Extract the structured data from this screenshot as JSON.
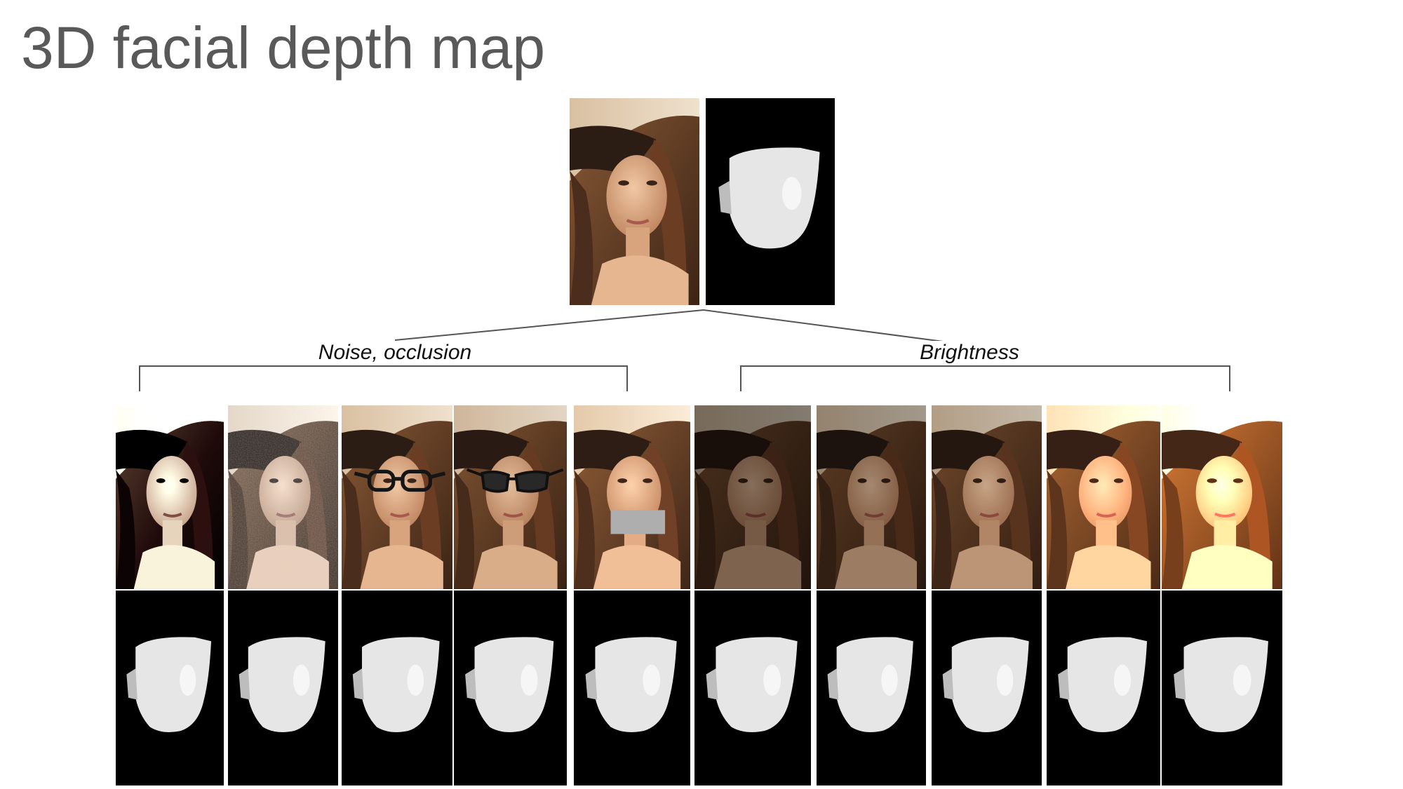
{
  "slide": {
    "title": "3D facial depth map"
  },
  "groups": [
    {
      "label": "Noise, occlusion"
    },
    {
      "label": "Brightness"
    }
  ],
  "top_pair": {
    "photo": {
      "kind": "portrait",
      "variant": "original"
    },
    "depth": {
      "kind": "depth-map"
    }
  },
  "variants": [
    {
      "group": 0,
      "variant": "high-contrast"
    },
    {
      "group": 0,
      "variant": "noise"
    },
    {
      "group": 0,
      "variant": "eyeglasses-occlusion"
    },
    {
      "group": 0,
      "variant": "sunglasses-occlusion"
    },
    {
      "group": 0,
      "variant": "mouth-occlusion-gray-box"
    },
    {
      "group": 1,
      "variant": "darkest"
    },
    {
      "group": 1,
      "variant": "darker"
    },
    {
      "group": 1,
      "variant": "dark"
    },
    {
      "group": 1,
      "variant": "bright"
    },
    {
      "group": 1,
      "variant": "brightest"
    }
  ],
  "colors": {
    "title": "#595959",
    "connector": "#555555",
    "depth_background": "#000000",
    "depth_face": "#e6e6e6",
    "occlusion_box": "#a6a6a6"
  }
}
